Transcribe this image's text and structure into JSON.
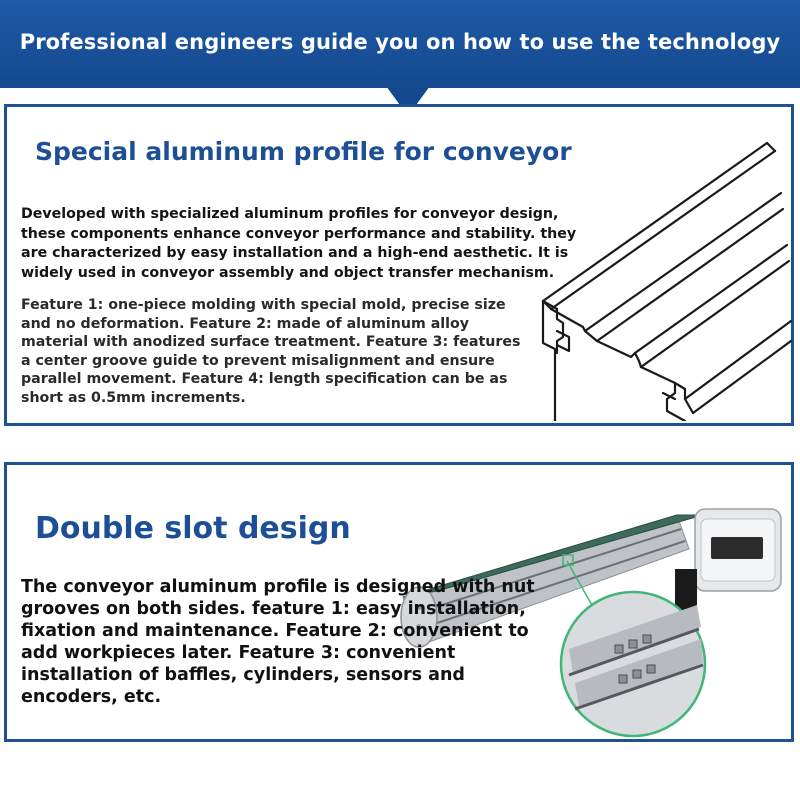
{
  "banner": {
    "title": "Professional engineers guide you on how to use the technology"
  },
  "section1": {
    "title": "Special aluminum profile for conveyor",
    "intro": "Developed with specialized aluminum profiles for conveyor design, these components enhance conveyor performance and stability. they are characterized by easy installation and a high-end aesthetic. It is widely used in conveyor assembly and object transfer mechanism.",
    "features": "Feature 1: one-piece molding with special mold, precise size and no deformation. Feature 2: made of aluminum alloy material with anodized surface treatment. Feature 3: features a center groove guide to prevent misalignment and ensure parallel movement. Feature 4: length specification can be as short as 0.5mm increments.",
    "image_icon": "aluminum-profile-drawing"
  },
  "section2": {
    "title": "Double slot design",
    "body": "The conveyor aluminum profile is designed with nut grooves on both sides. feature 1: easy installation, fixation and maintenance. Feature 2: convenient to add workpieces later. Feature 3: convenient installation of baffles, cylinders, sensors and encoders, etc.",
    "image_icon": "belt-conveyor-photo"
  },
  "colors": {
    "banner": "#1e5aa6",
    "border": "#1d5296",
    "heading": "#1c4f96",
    "belt": "#3e6a5c",
    "callout": "#3fb57a"
  }
}
